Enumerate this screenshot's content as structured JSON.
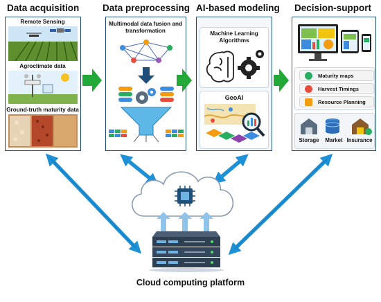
{
  "stages": {
    "acquisition": {
      "title": "Data acquisition",
      "items": [
        "Remote Sensing",
        "Agroclimate data",
        "Ground-truth maturity data"
      ]
    },
    "preprocessing": {
      "title": "Data preprocessing",
      "caption": "Multimodal data fusion and transformation"
    },
    "modeling": {
      "title": "AI-based modeling",
      "ml_label": "Machine Learning Algorithms",
      "geoai_label": "GeoAI"
    },
    "decision": {
      "title": "Decision-support",
      "outputs": [
        "Maturity maps",
        "Harvest Timings",
        "Resource Planning"
      ],
      "sectors": [
        "Storage",
        "Market",
        "Insurance"
      ]
    }
  },
  "platform": {
    "label": "Cloud computing platform"
  },
  "colors": {
    "panel_border": "#1f4e79",
    "flow_arrow": "#22a836",
    "cloud_arrow": "#1e90d6",
    "upload_arrow": "#8fc3ea"
  }
}
